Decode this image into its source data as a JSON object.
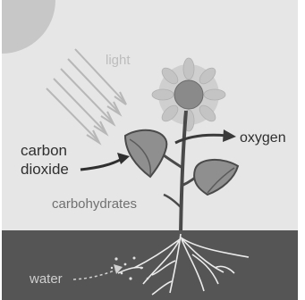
{
  "labels": {
    "light": "light",
    "oxygen": "oxygen",
    "carbon": "carbon",
    "dioxide": "dioxide",
    "carbohydrates": "carbohydrates",
    "water": "water"
  },
  "icons": {
    "sun": "sun-icon",
    "flower": "flower-icon"
  },
  "colors": {
    "sky": "#e6e6e6",
    "sun": "#c7c7c7",
    "soil": "#555555",
    "leaf": "#8f8f8f",
    "stem": "#4a4a4a",
    "light_text": "#bdbdbd",
    "dark_text": "#2f2f2f",
    "mid_text": "#707070",
    "water_text": "#cfcfcf"
  }
}
